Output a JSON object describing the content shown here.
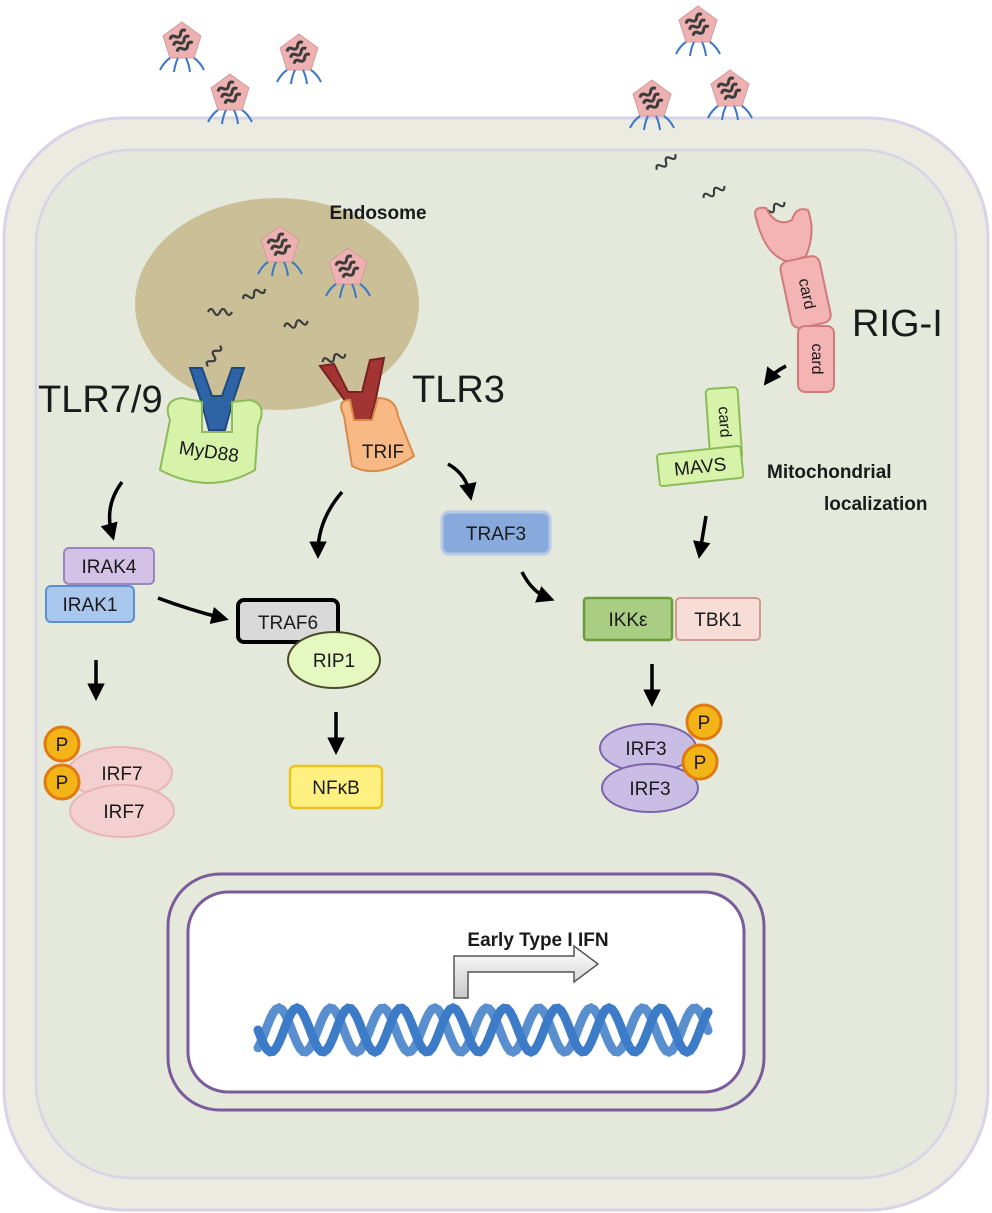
{
  "labels": {
    "endosome": "Endosome",
    "tlr79": "TLR7/9",
    "tlr3": "TLR3",
    "rigi": "RIG-I",
    "mito_line1": "Mitochondrial",
    "mito_line2": "localization",
    "early_ifn": "Early Type I IFN"
  },
  "proteins": {
    "myd88": "MyD88",
    "trif": "TRIF",
    "irak4": "IRAK4",
    "irak1": "IRAK1",
    "traf6": "TRAF6",
    "rip1": "RIP1",
    "traf3": "TRAF3",
    "ikke": "IKKε",
    "tbk1": "TBK1",
    "mavs": "MAVS",
    "mavs_card": "card",
    "rigi_card1": "card",
    "rigi_card2": "card",
    "nfkb": "NFκB",
    "irf7_top": "IRF7",
    "irf7_bottom": "IRF7",
    "irf3_top": "IRF3",
    "irf3_bottom": "IRF3",
    "phospho": "P"
  },
  "colors": {
    "cell_outer": "#ecebe2",
    "cytoplasm": "#e4e9dc",
    "membrane_line": "#d8d3e6",
    "endosome": "#cabf97",
    "virus": "#eeb1b1",
    "rna": "#3c3c3c",
    "tail": "#3b78c4",
    "tlr79": "#2e64a6",
    "tlr3": "#a33434",
    "myd88": "#d7f3a9",
    "trif": "#f9b984",
    "irak4": "#d3c1e6",
    "irak1": "#a9c6ec",
    "traf3": "#87a9dc",
    "ikke": "#a9cd82",
    "tbk1": "#f8dcd6",
    "rip1": "#e4f8bf",
    "nfkb": "#fff181",
    "irf7": "#f4cfcf",
    "irf3": "#c9bde6",
    "phospho": "#f3b417",
    "rigi": "#f4b4b4",
    "nucleus": "#7b5b9b",
    "dna": "#3c7bc7"
  }
}
